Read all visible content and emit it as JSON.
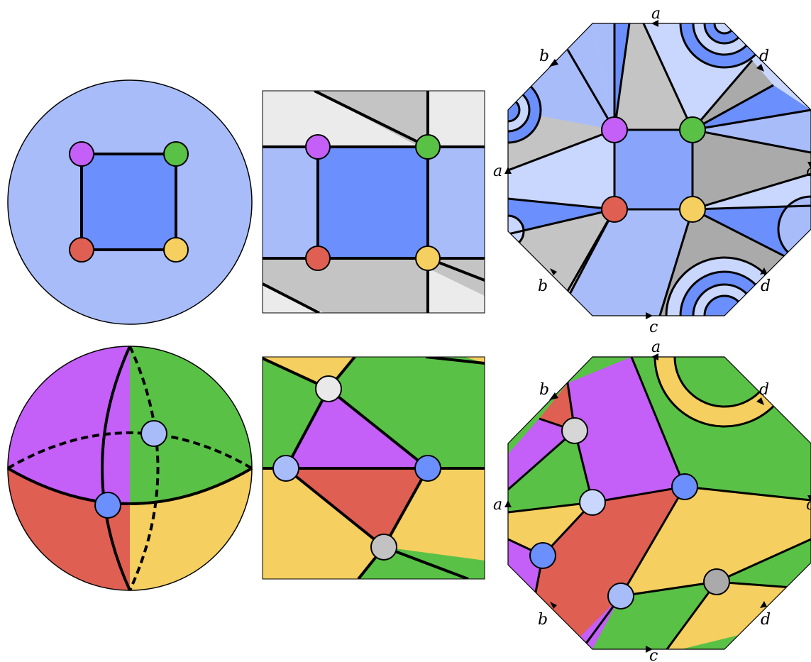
{
  "colors": {
    "blue_light": "#a8bcfa",
    "blue_mid": "#6b8ffc",
    "blue_pale": "#c9d6fd",
    "gray_light": "#ebebeb",
    "gray_mid": "#c4c4c4",
    "gray_dark": "#aaaaaa",
    "purple": "#c45ff7",
    "green": "#5ac147",
    "red": "#df5f53",
    "yellow": "#f5cf5f",
    "node_gray": "#c2c2c2",
    "node_white": "#e9e9e9"
  },
  "top_octagon_labels": {
    "top": "a",
    "left": "a",
    "upper_left": "b",
    "lower_left": "b",
    "right": "c",
    "bottom": "c",
    "upper_right": "d",
    "lower_right": "d"
  },
  "bottom_octagon_labels": {
    "top": "a",
    "left": "a",
    "upper_left": "b",
    "lower_left": "b",
    "right": "c",
    "bottom": "c",
    "upper_right": "d",
    "lower_right": "d"
  }
}
